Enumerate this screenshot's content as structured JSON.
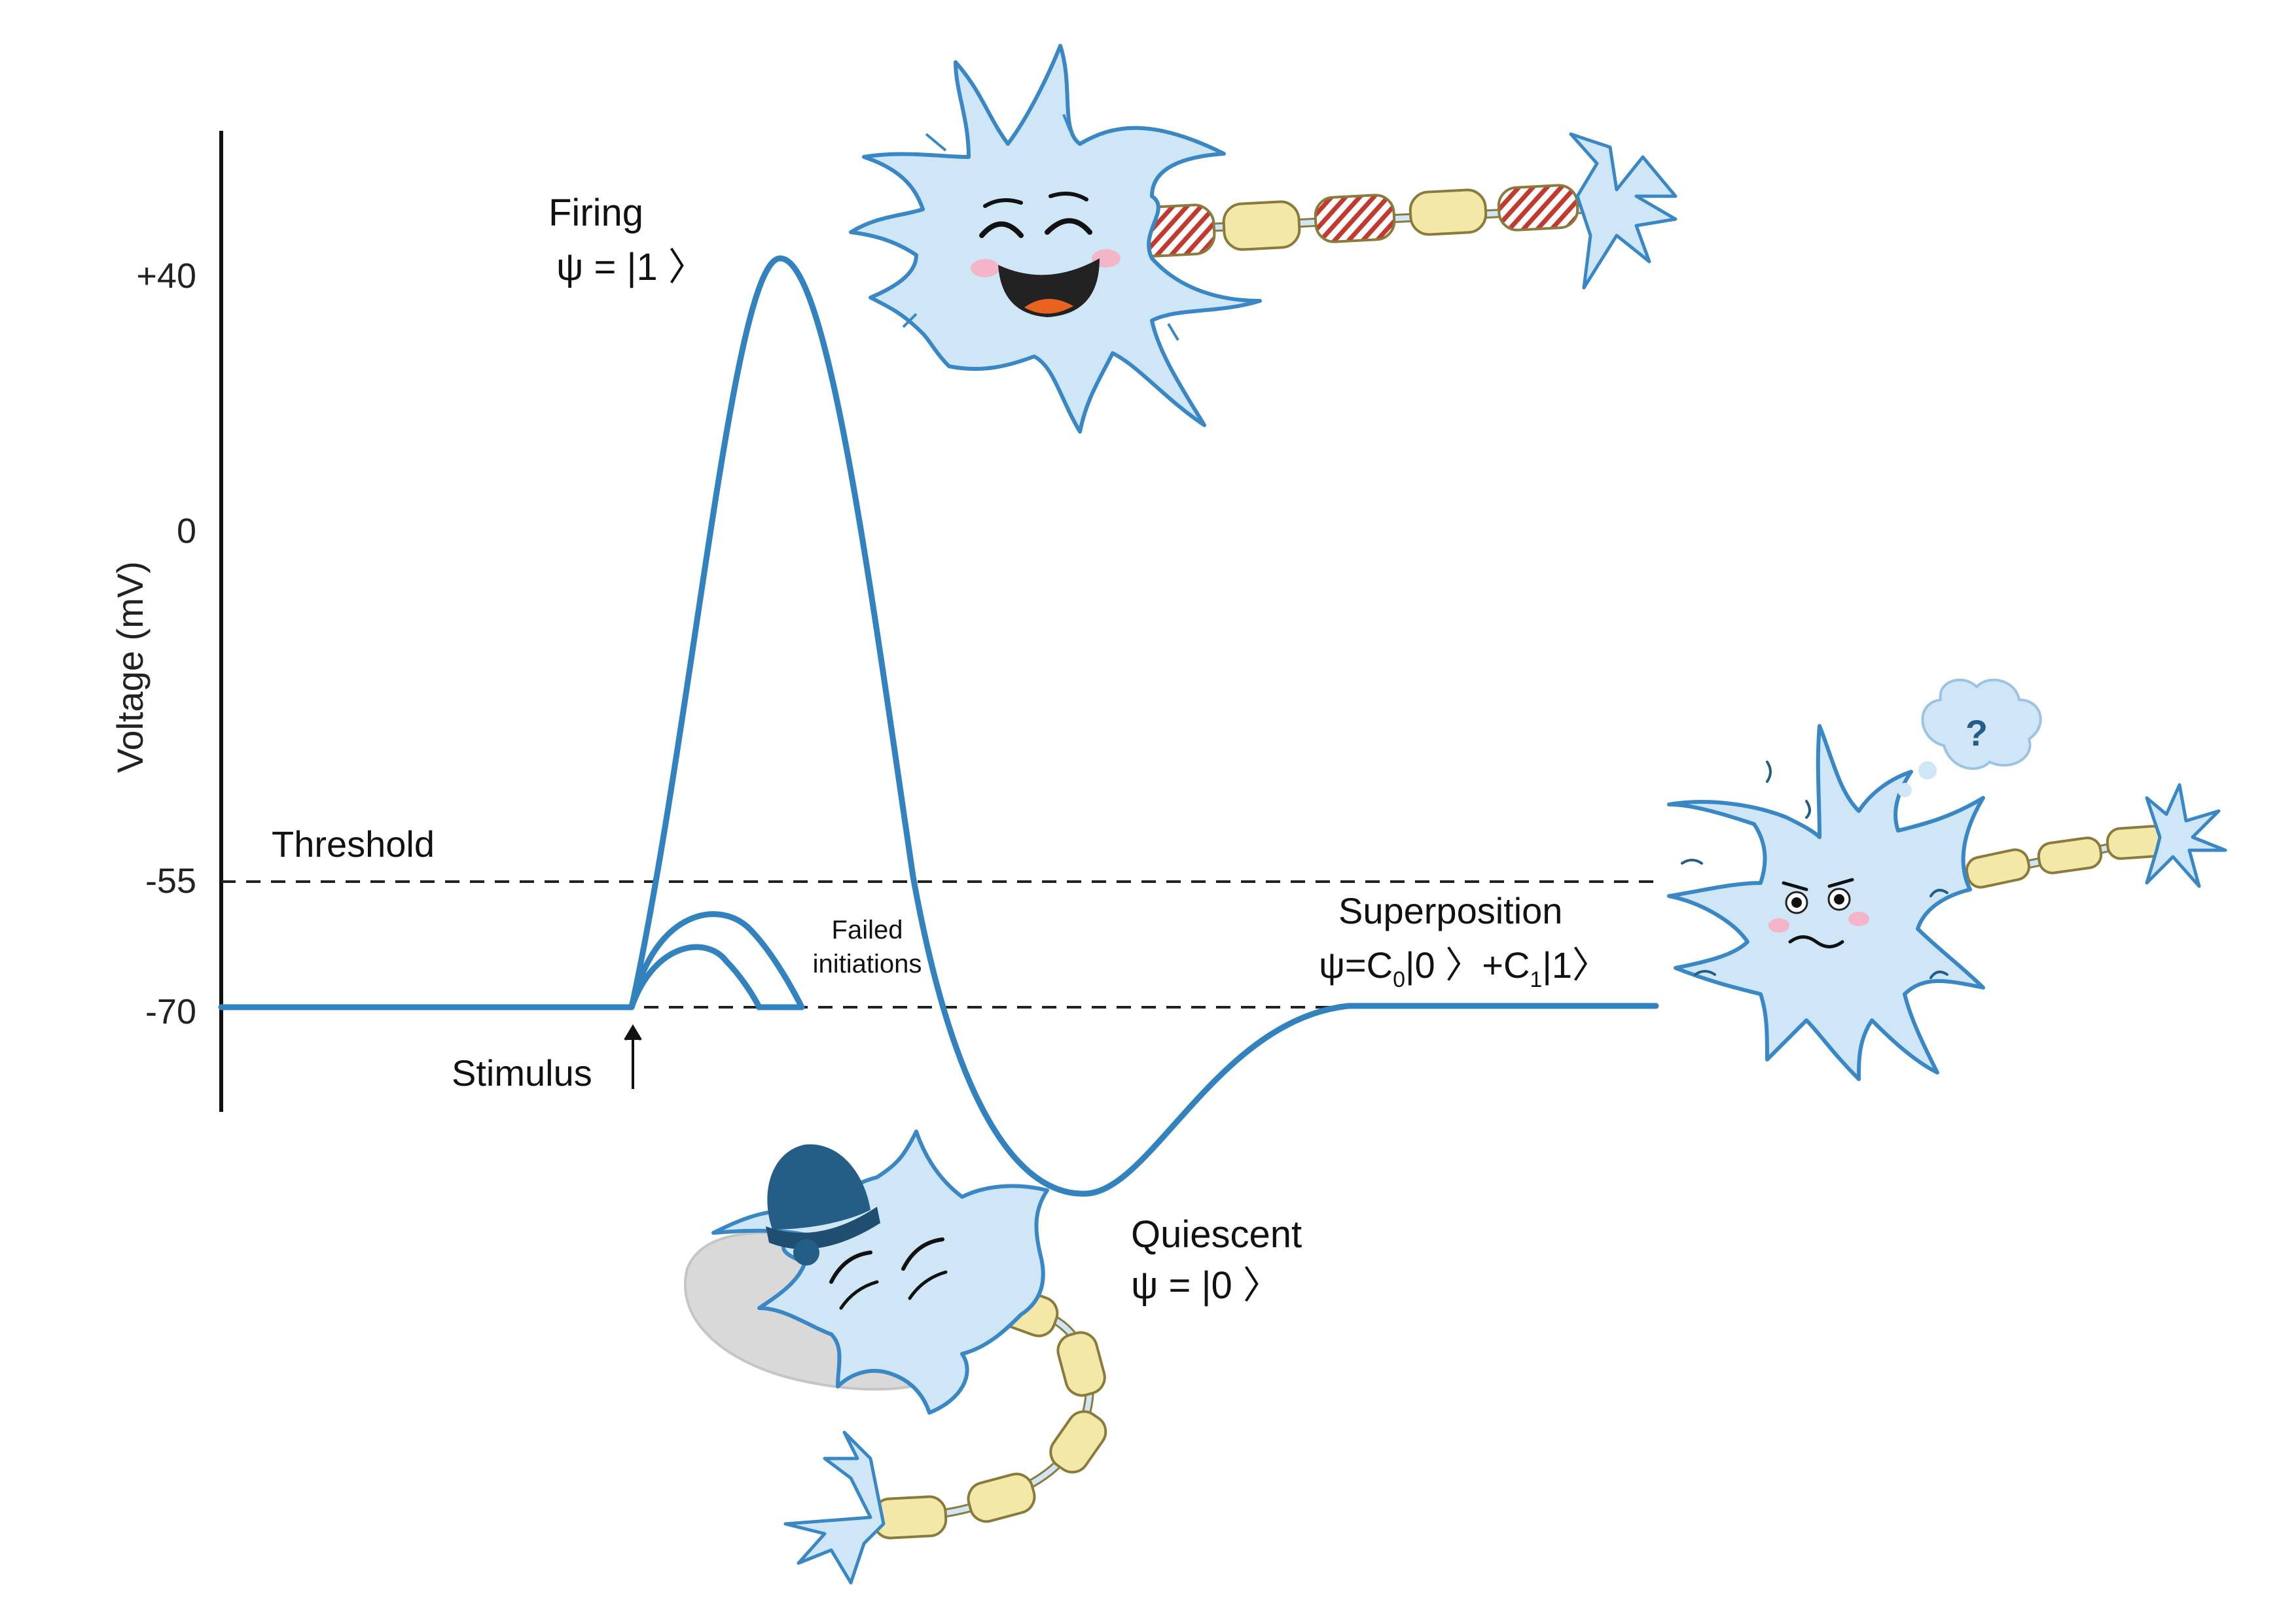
{
  "colors": {
    "trace": "#3282bf",
    "axis": "#111111",
    "dashed": "#222222",
    "neuron_fill": "#cfe6f7",
    "neuron_stroke": "#3a87c6",
    "myelin_fill": "#f4e8a8",
    "myelin_stroke": "#8a7a3c",
    "hatch": "#c23a2f",
    "cap": "#245d86",
    "pillow": "#d9d9d9",
    "blush": "#f4b5c8",
    "mouth": "#222222",
    "tongue": "#e8641e"
  },
  "axis": {
    "label": "Voltage (mV)",
    "ticks": [
      {
        "label": "+40",
        "value": 40
      },
      {
        "label": "0",
        "value": 0
      },
      {
        "label": "-55",
        "value": -55
      },
      {
        "label": "-70",
        "value": -70
      }
    ]
  },
  "labels": {
    "threshold": "Threshold",
    "stimulus": "Stimulus",
    "failed": [
      "Failed",
      "initiations"
    ],
    "firing": {
      "title": "Firing",
      "psi": "ψ = |1 〉"
    },
    "quiescent": {
      "title": "Quiescent",
      "psi": "ψ = |0 〉"
    },
    "superposition": {
      "title": "Superposition",
      "psi_a": "ψ=C",
      "sub0": "0",
      "psi_b": "|0 〉+C",
      "sub1": "1",
      "psi_c": "|1〉"
    },
    "question": "?"
  },
  "icons": [
    "happy-neuron",
    "sleeping-neuron",
    "confused-neuron"
  ]
}
